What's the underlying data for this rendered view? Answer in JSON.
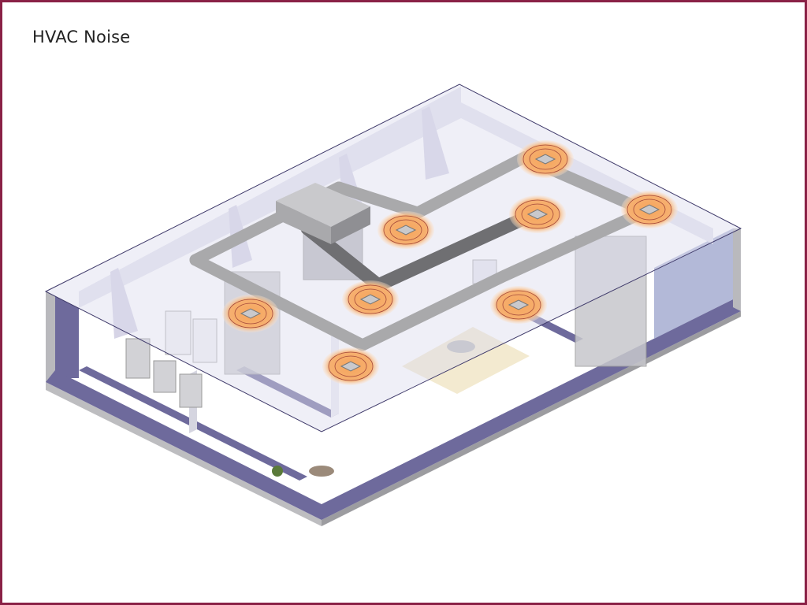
{
  "title": "HVAC Noise",
  "colors": {
    "frame": "#8a2146",
    "wall_accent": "#6e6a9c",
    "wall_light": "#dcdcec",
    "duct": "#a9a9ab",
    "duct_dark": "#6f6f72",
    "noise_ring": "#f3a25a",
    "rug": "#f3ead0"
  },
  "diffusers": [
    {
      "id": "d1",
      "noise": "high"
    },
    {
      "id": "d2",
      "noise": "high"
    },
    {
      "id": "d3",
      "noise": "high"
    },
    {
      "id": "d4",
      "noise": "high"
    },
    {
      "id": "d5",
      "noise": "high"
    },
    {
      "id": "d6",
      "noise": "high"
    },
    {
      "id": "d7",
      "noise": "high"
    },
    {
      "id": "d8",
      "noise": "high"
    }
  ]
}
